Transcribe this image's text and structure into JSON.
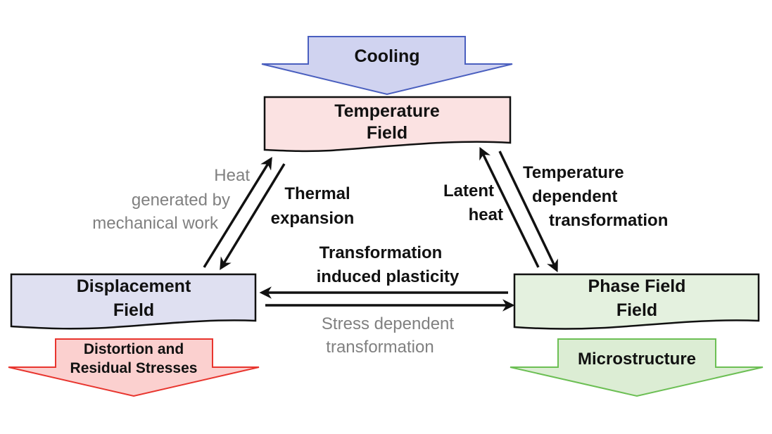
{
  "title": "Coupled fields in heat treatment simulation",
  "colors": {
    "cooling_fill": "#d0d3f0",
    "cooling_stroke": "#4a5fbf",
    "temperature_fill": "#fbe2e2",
    "displacement_fill": "#dfe0f1",
    "phase_fill": "#e4f1df",
    "distortion_fill": "#fbd0cf",
    "distortion_stroke": "#e8352e",
    "micro_fill": "#dcedd4",
    "micro_stroke": "#6cbf54",
    "box_stroke": "#111111",
    "arrow": "#111111",
    "gray_text": "#808080"
  },
  "inputs": {
    "cooling": "Cooling"
  },
  "fields": {
    "temperature": [
      "Temperature",
      "Field"
    ],
    "displacement": [
      "Displacement",
      "Field"
    ],
    "phase": [
      "Phase Field",
      "Field"
    ]
  },
  "outputs": {
    "distortion": [
      "Distortion and",
      "Residual Stresses"
    ],
    "microstructure": "Microstructure"
  },
  "couplings": {
    "heat_mech_work": [
      "Heat",
      "generated by",
      "mechanical work"
    ],
    "thermal_expansion": [
      "Thermal",
      "expansion"
    ],
    "latent_heat": [
      "Latent",
      "heat"
    ],
    "temp_dep_transformation": [
      "Temperature",
      "dependent",
      "transformation"
    ],
    "trip": [
      "Transformation",
      "induced plasticity"
    ],
    "stress_dep_transformation": [
      "Stress dependent",
      "transformation"
    ]
  }
}
